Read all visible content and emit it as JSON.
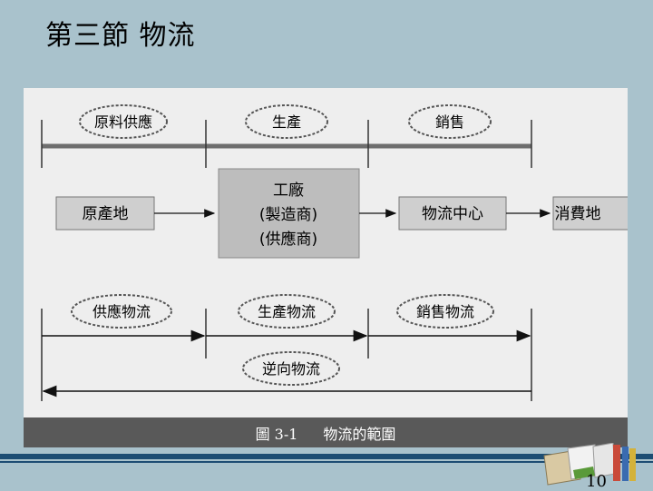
{
  "slide": {
    "title": "第三節  物流",
    "page_number": "10"
  },
  "diagram": {
    "top_phases": [
      "原料供應",
      "生產",
      "銷售"
    ],
    "nodes": {
      "origin": "原產地",
      "factory_lines": [
        "工廠",
        "(製造商)",
        "(供應商)"
      ],
      "logistics_center": "物流中心",
      "consumer": "消費地"
    },
    "bottom_phases": [
      "供應物流",
      "生產物流",
      "銷售物流"
    ],
    "reverse": "逆向物流",
    "caption": {
      "figure_no": "圖 3-1",
      "text": "物流的範圍"
    }
  },
  "colors": {
    "background": "#a9c2cc",
    "figure_bg": "#eeeeee",
    "node_fill": "#cfcfcf",
    "factory_fill": "#bdbdbd",
    "caption_bar": "#595959",
    "footer_line": "#1d4d73"
  }
}
